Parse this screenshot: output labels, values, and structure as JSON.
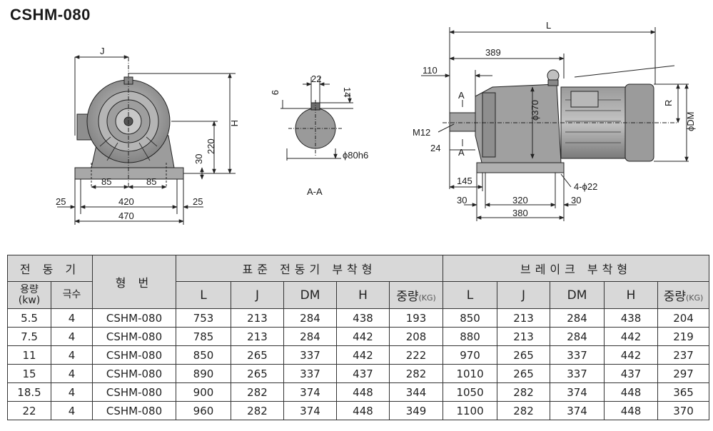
{
  "title": "CSHM-080",
  "front_view": {
    "labels": {
      "J": "J",
      "H": "H",
      "h220": "220",
      "h30": "30",
      "w85a": "85",
      "w85b": "85",
      "w25a": "25",
      "w420": "420",
      "w25b": "25",
      "w470": "470"
    }
  },
  "section_view": {
    "caption": "A-A",
    "labels": {
      "key_width": "22",
      "key_height": "14",
      "depth": "9",
      "shaft": "ϕ80h6"
    }
  },
  "side_view": {
    "labels": {
      "L": "L",
      "d389": "389",
      "d110": "110",
      "d370": "ϕ370",
      "R": "R",
      "DM": "ϕDM",
      "A_top": "A",
      "A_bot": "A",
      "M12": "M12",
      "d24": "24",
      "d145": "145",
      "holes": "4-ϕ22",
      "d30a": "30",
      "d320": "320",
      "d30b": "30",
      "d380": "380"
    }
  },
  "table": {
    "header_motor": "전 동 기",
    "header_model": "형 번",
    "header_standard": "표준 전동기 부착형",
    "header_brake": "브레이크 부착형",
    "col_capacity": "용량",
    "col_capacity_unit": "(kw)",
    "col_poles": "극수",
    "col_L": "L",
    "col_J": "J",
    "col_DM": "DM",
    "col_H": "H",
    "col_weight": "중량",
    "col_weight_unit": "(KG)",
    "rows": [
      {
        "kw": "5.5",
        "poles": "4",
        "model": "CSHM-080",
        "s_L": "753",
        "s_J": "213",
        "s_DM": "284",
        "s_H": "438",
        "s_W": "193",
        "b_L": "850",
        "b_J": "213",
        "b_DM": "284",
        "b_H": "438",
        "b_W": "204"
      },
      {
        "kw": "7.5",
        "poles": "4",
        "model": "CSHM-080",
        "s_L": "785",
        "s_J": "213",
        "s_DM": "284",
        "s_H": "442",
        "s_W": "208",
        "b_L": "880",
        "b_J": "213",
        "b_DM": "284",
        "b_H": "442",
        "b_W": "219"
      },
      {
        "kw": "11",
        "poles": "4",
        "model": "CSHM-080",
        "s_L": "850",
        "s_J": "265",
        "s_DM": "337",
        "s_H": "442",
        "s_W": "222",
        "b_L": "970",
        "b_J": "265",
        "b_DM": "337",
        "b_H": "442",
        "b_W": "237"
      },
      {
        "kw": "15",
        "poles": "4",
        "model": "CSHM-080",
        "s_L": "890",
        "s_J": "265",
        "s_DM": "337",
        "s_H": "437",
        "s_W": "282",
        "b_L": "1010",
        "b_J": "265",
        "b_DM": "337",
        "b_H": "437",
        "b_W": "297"
      },
      {
        "kw": "18.5",
        "poles": "4",
        "model": "CSHM-080",
        "s_L": "900",
        "s_J": "282",
        "s_DM": "374",
        "s_H": "448",
        "s_W": "344",
        "b_L": "1050",
        "b_J": "282",
        "b_DM": "374",
        "b_H": "448",
        "b_W": "365"
      },
      {
        "kw": "22",
        "poles": "4",
        "model": "CSHM-080",
        "s_L": "960",
        "s_J": "282",
        "s_DM": "374",
        "s_H": "448",
        "s_W": "349",
        "b_L": "1100",
        "b_J": "282",
        "b_DM": "374",
        "b_H": "448",
        "b_W": "370"
      }
    ]
  }
}
